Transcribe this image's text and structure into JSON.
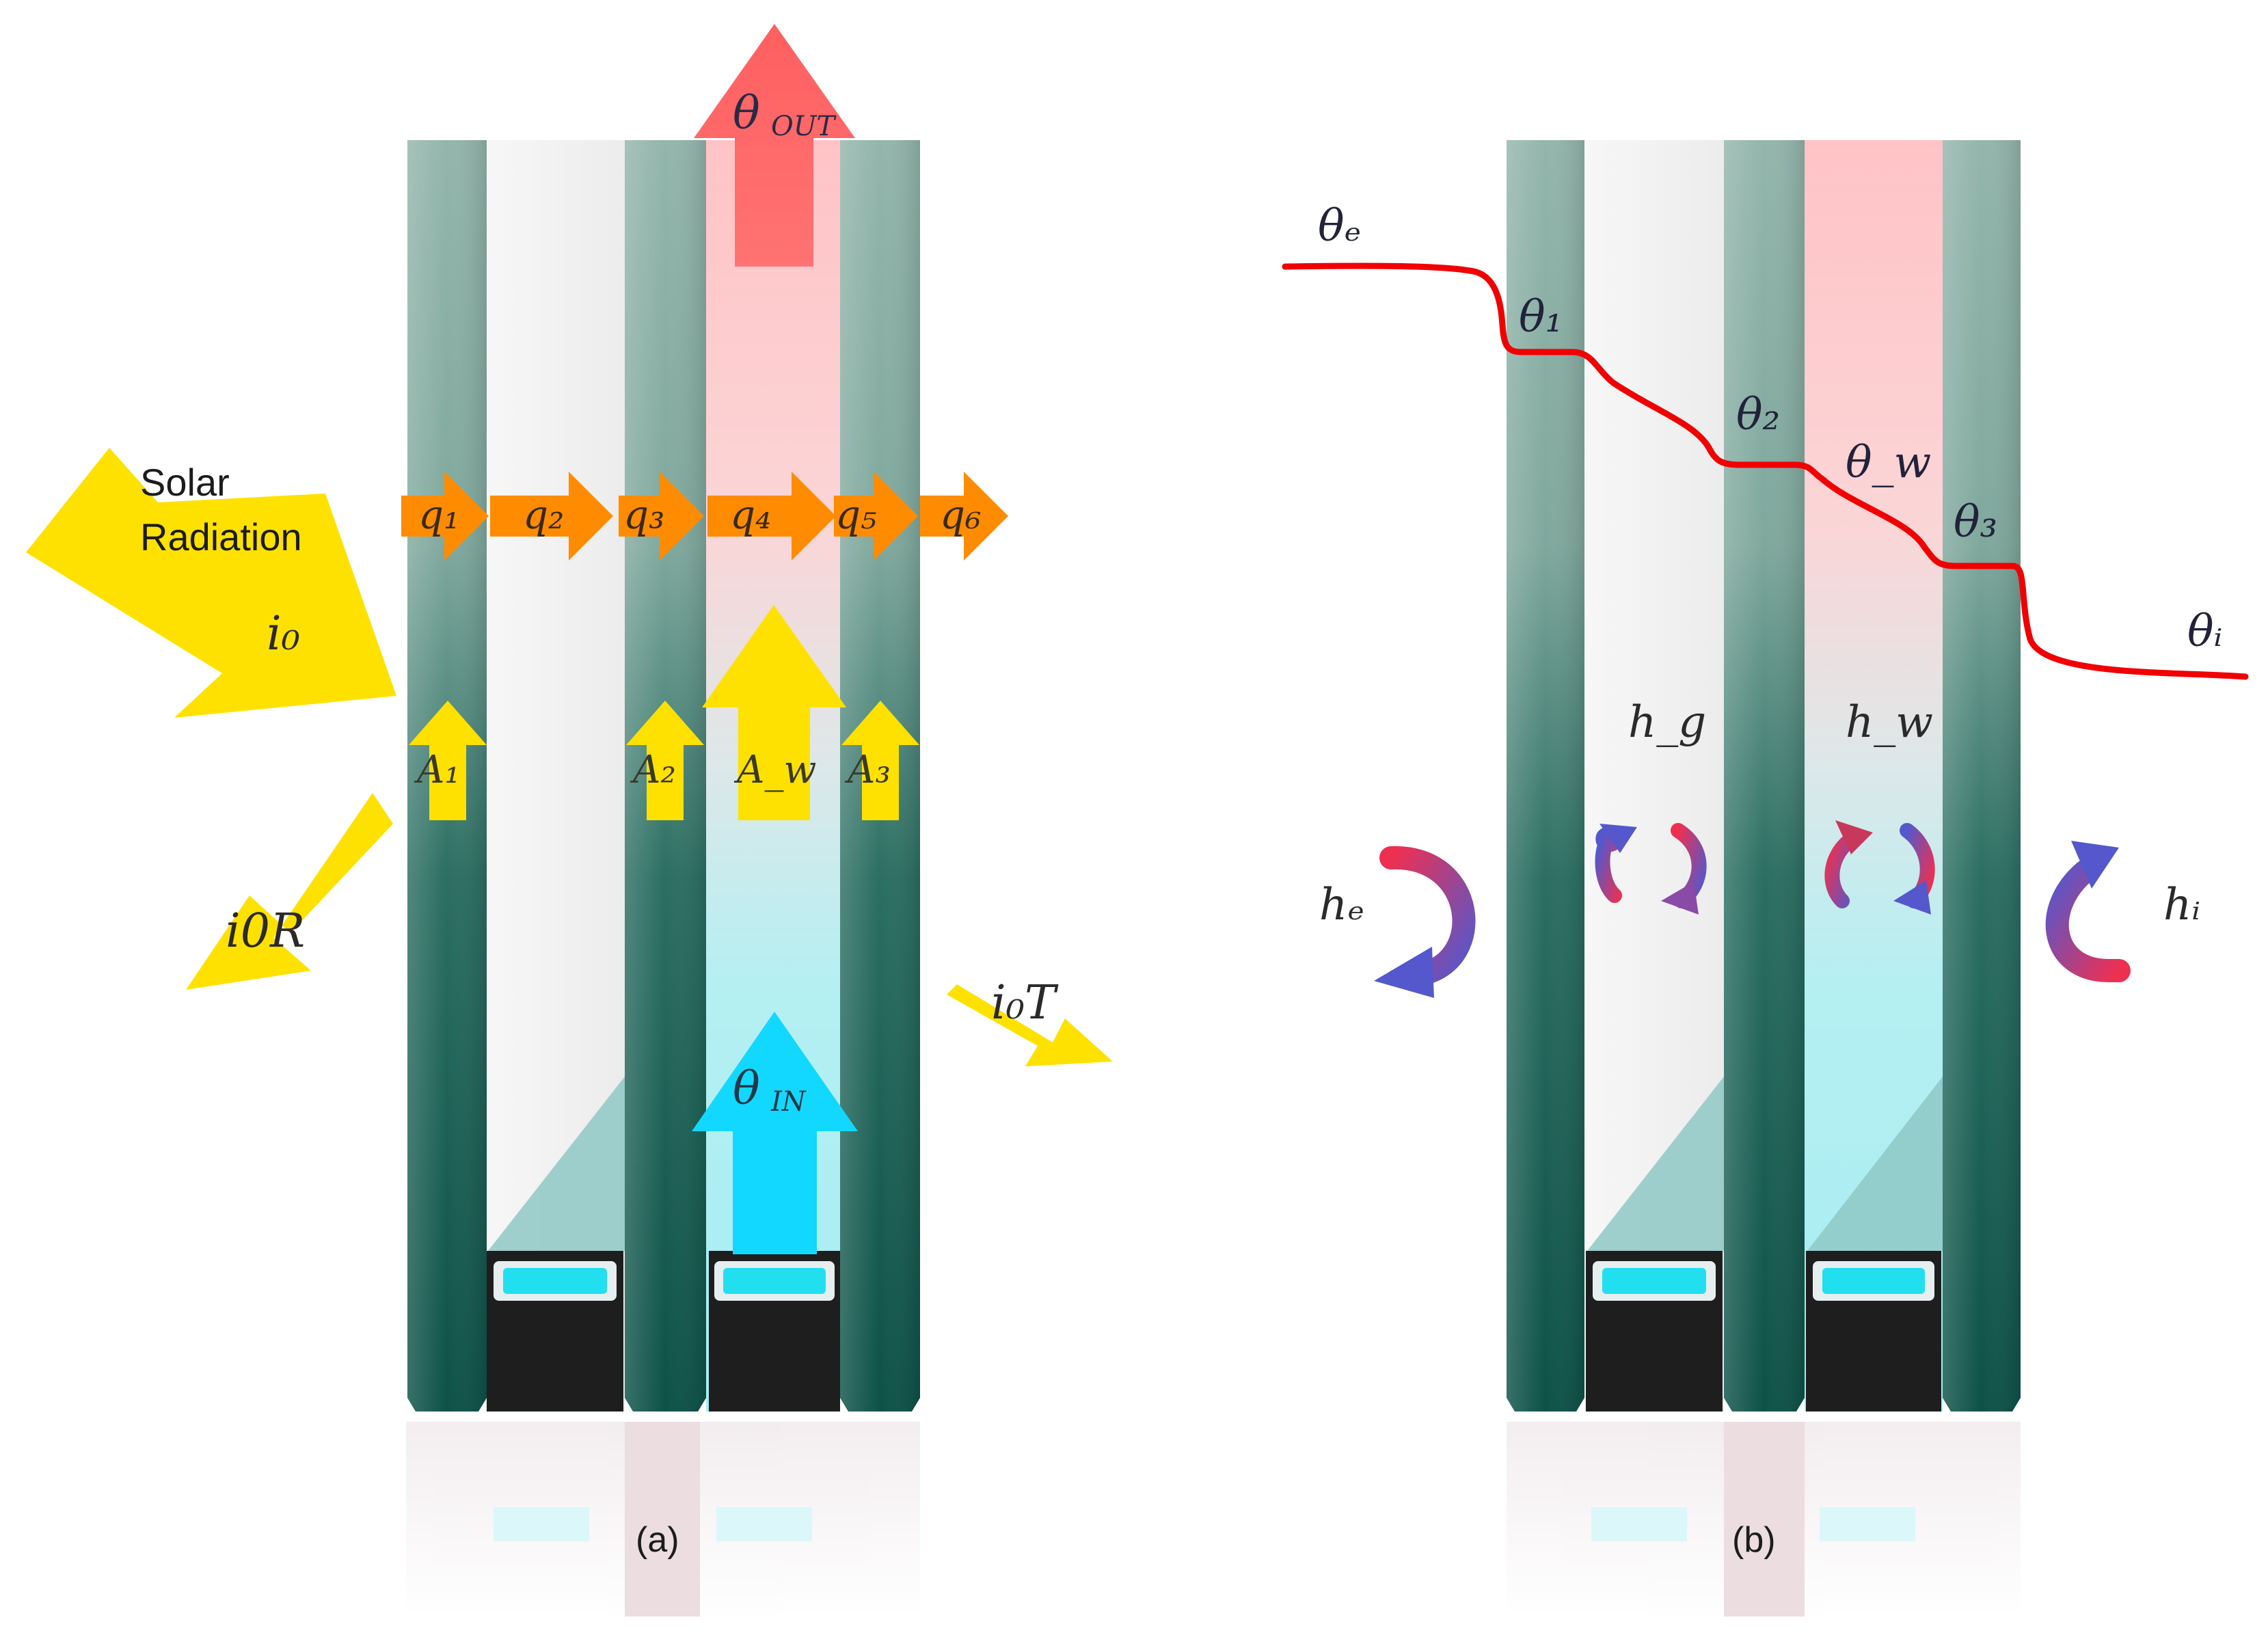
{
  "colors": {
    "glass_light": "#93b5ab",
    "glass_dark": "#0c5147",
    "cavity_air": "#f3f3f3",
    "cavity_water_top": "#ffc6c8",
    "cavity_water_bottom": "#a8f0f5",
    "spacer_black": "#1e1e1e",
    "spacer_cyan": "#22dff0",
    "solar_yellow": "#ffe100",
    "flux_orange": "#ff8c00",
    "out_red": "#ff6464",
    "in_cyan": "#12d8ff",
    "temperature_curve": "#f00000",
    "convection_red": "#ee3050",
    "convection_blue": "#5458cc"
  },
  "panel_a": {
    "caption": "(a)",
    "solar_label_1": "Solar",
    "solar_label_2": "Radiation",
    "incident": "i₀",
    "reflected": "i0R",
    "transmitted": "i₀T",
    "theta_out": "θ",
    "theta_out_sub": "OUT",
    "theta_in": "θ",
    "theta_in_sub": "IN",
    "fluxes": [
      "q₁",
      "q₂",
      "q₃",
      "q₄",
      "q₅",
      "q₆"
    ],
    "absorbed": [
      "A₁",
      "A₂",
      "A_w",
      "A₃"
    ]
  },
  "panel_b": {
    "caption": "(b)",
    "theta_e": "θₑ",
    "theta_1": "θ₁",
    "theta_2": "θ₂",
    "theta_w": "θ_w",
    "theta_3": "θ₃",
    "theta_i": "θᵢ",
    "h_e": "hₑ",
    "h_g": "h_g",
    "h_w": "h_w",
    "h_i": "hᵢ"
  }
}
